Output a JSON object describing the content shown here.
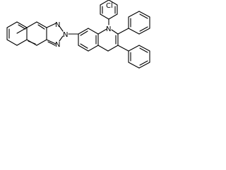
{
  "atom_labels": {
    "n_triazole_top": "N",
    "n_triazole_bottom": "N",
    "n_triazole_sub": "N",
    "n_quinoline": "N",
    "chlorine": "Cl"
  },
  "colors": {
    "bond": "#000000",
    "label": "#000000",
    "background": "#ffffff"
  }
}
